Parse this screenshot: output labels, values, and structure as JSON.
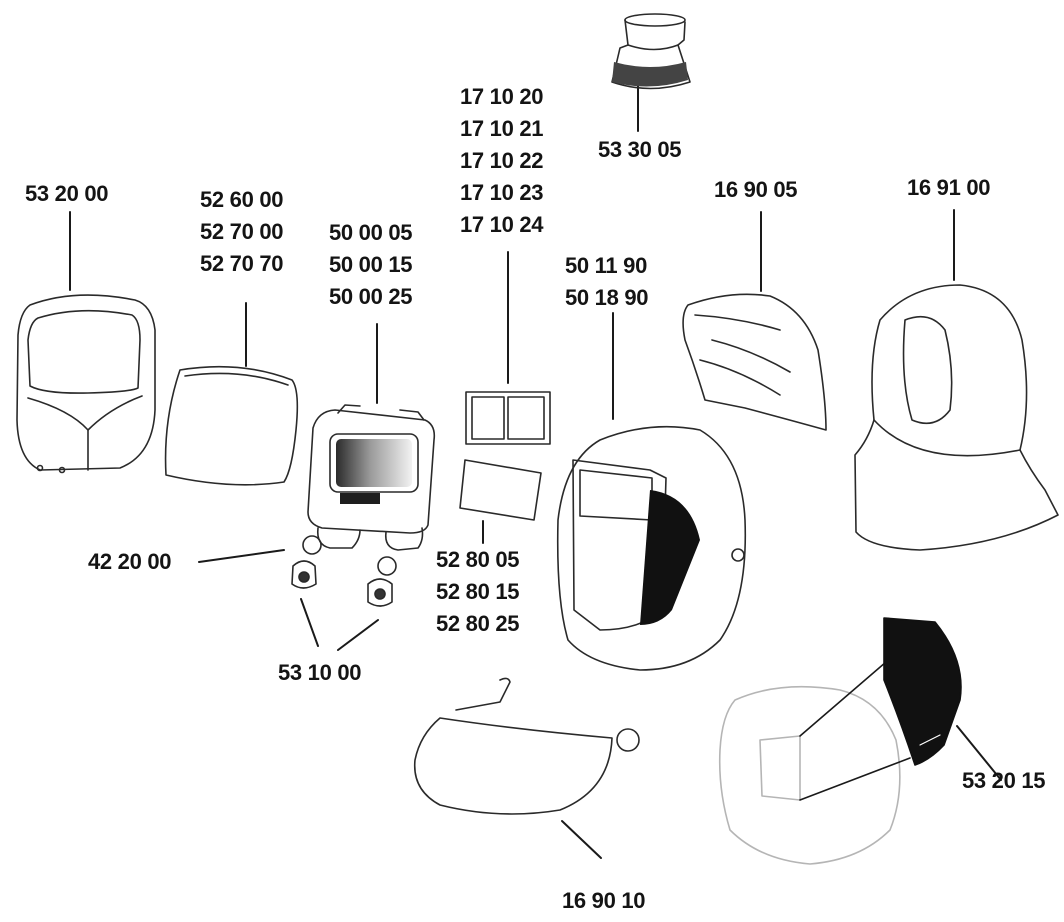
{
  "labels": {
    "visor_front_cover": [
      "53 20 00"
    ],
    "outer_protection_plate": [
      "52 60 00",
      "52 70 00",
      "52 70 70"
    ],
    "adf_filter": [
      "50 00 05",
      "50 00 15",
      "50 00 25"
    ],
    "magnifying_lens": [
      "17 10 20",
      "17 10 21",
      "17 10 22",
      "17 10 23",
      "17 10 24"
    ],
    "inside_protection_plate": [
      "52 80 05",
      "52 80 15",
      "52 80 25"
    ],
    "battery": [
      "42 20 00"
    ],
    "battery_holder": [
      "53 10 00"
    ],
    "air_connector": [
      "53 30 05"
    ],
    "helmet_shell": [
      "50 11 90",
      "50 18 90"
    ],
    "head_cover": [
      "16 90 05"
    ],
    "hood": [
      "16 91 00"
    ],
    "sweatband_headgear": [
      "16 90 10"
    ],
    "side_window_cover": [
      "53 20 15"
    ]
  }
}
